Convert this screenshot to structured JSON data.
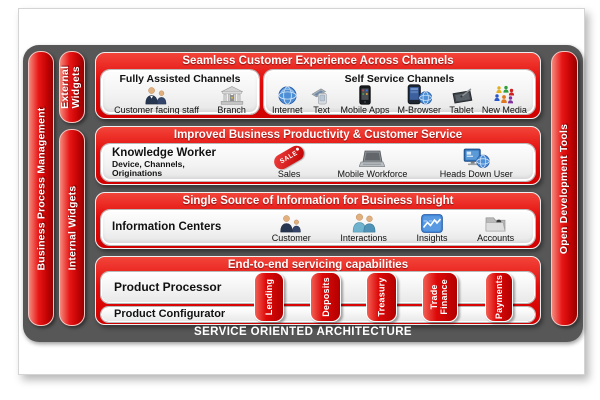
{
  "palette": {
    "red": "#e30b0b",
    "red_dark": "#b30000",
    "frame_gray": "#575757",
    "card_light": "#f3f3f3",
    "text_dark": "#111111",
    "text_light": "#ffffff"
  },
  "frame": {
    "left_bar": "Business Process Management",
    "external_widgets": "External Widgets",
    "internal_widgets": "Internal Widgets",
    "right_bar": "Open Development Tools",
    "footer": "SERVICE ORIENTED ARCHITECTURE"
  },
  "sections": {
    "channels": {
      "title": "Seamless Customer Experience Across Channels",
      "fully_assisted": {
        "title": "Fully Assisted Channels",
        "items": [
          {
            "label": "Customer facing staff",
            "icon": "customer-facing-staff-icon"
          },
          {
            "label": "Branch",
            "icon": "branch-icon"
          }
        ]
      },
      "self_service": {
        "title": "Self Service Channels",
        "items": [
          {
            "label": "Internet",
            "icon": "internet-globe-icon"
          },
          {
            "label": "Text",
            "icon": "text-device-icon"
          },
          {
            "label": "Mobile Apps",
            "icon": "smartphone-icon"
          },
          {
            "label": "M-Browser",
            "icon": "phone-globe-icon"
          },
          {
            "label": "Tablet",
            "icon": "tablet-stylus-icon"
          },
          {
            "label": "New Media",
            "icon": "people-cluster-icon"
          }
        ]
      }
    },
    "productivity": {
      "title": "Improved Business Productivity & Customer Service",
      "lead_title": "Knowledge Worker",
      "lead_sub1": "Device, Channels,",
      "lead_sub2": "Originations",
      "sale_badge": "SALE",
      "items": [
        {
          "label": "Sales",
          "icon": "sale-tag-icon"
        },
        {
          "label": "Mobile Workforce",
          "icon": "laptop-icon"
        },
        {
          "label": "Heads Down User",
          "icon": "workstation-globe-icon"
        }
      ]
    },
    "insight": {
      "title": "Single Source of Information for Business Insight",
      "lead_title": "Information Centers",
      "items": [
        {
          "label": "Customer",
          "icon": "customer-pair-icon"
        },
        {
          "label": "Interactions",
          "icon": "interactions-people-icon"
        },
        {
          "label": "Insights",
          "icon": "chart-screen-icon"
        },
        {
          "label": "Accounts",
          "icon": "folder-person-icon"
        }
      ]
    },
    "servicing": {
      "title": "End-to-end servicing capabilities",
      "rows": [
        {
          "label": "Product Processor"
        },
        {
          "label": "Product Configurator"
        }
      ],
      "tabs": [
        {
          "label": "Lending"
        },
        {
          "label": "Deposits"
        },
        {
          "label": "Treasury"
        },
        {
          "label": "Trade Finance"
        },
        {
          "label": "Payments"
        }
      ]
    }
  }
}
